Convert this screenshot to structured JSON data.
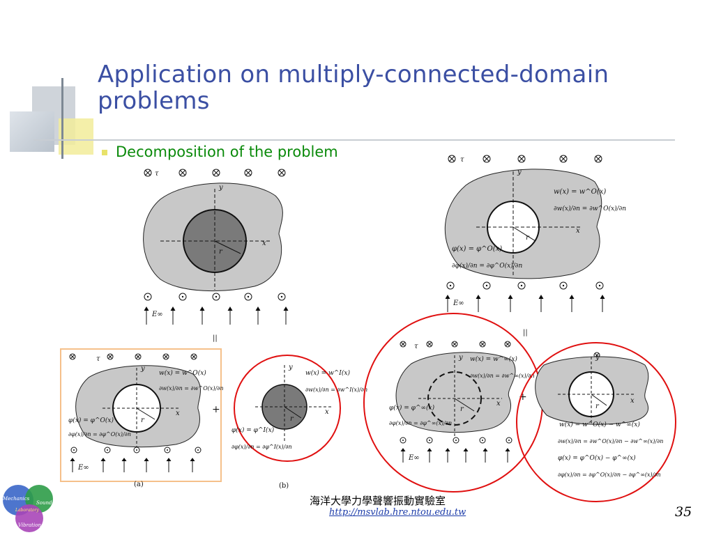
{
  "slide": {
    "title": "Application on multiply-connected-domain problems",
    "bullet": "Decomposition of the problem",
    "page_number": "35"
  },
  "footer": {
    "lab_name": "海洋大學力學聲響振動實驗室",
    "url": "http://msvlab.hre.ntou.edu.tw"
  },
  "logo": {
    "word_mechanics": "Mechanics",
    "word_sound": "Sound",
    "word_laboratory": "Laboratory",
    "word_vibration": "Vibration"
  },
  "figure": {
    "label_tau": "τ",
    "label_x": "x",
    "label_y": "y",
    "label_r": "r",
    "label_e_inf": "E∞",
    "equals_sign": "||",
    "plus_sign": "+",
    "caption_a": "(a)",
    "caption_b": "(b)",
    "eq_w_wo": "w(x) = w^O(x)",
    "eq_dw_dwo": "∂w(x)/∂n = ∂w^O(x)/∂n",
    "eq_phi_phio": "φ(x) = φ^O(x)",
    "eq_dphi_dphio": "∂φ(x)/∂n = ∂φ^O(x)/∂n",
    "eq_w_wi": "w(x) = w^I(x)",
    "eq_dw_dwi": "∂w(x)/∂n = ∂w^I(x)/∂n",
    "eq_phi_phii": "φ(x) = φ^I(x)",
    "eq_dphi_dphii": "∂φ(x)/∂n = ∂φ^I(x)/∂n",
    "eq_w_winf": "w(x) = w^∞(x)",
    "eq_dw_dwinf": "∂w(x)/∂n = ∂w^∞(x)/∂n",
    "eq_phi_phiinf": "φ(x) = φ^∞(x)",
    "eq_dphi_dphiinf": "∂φ(x)/∂n = ∂φ^∞(x)/∂n",
    "eq_w_diff": "w(x) = w^O(x) − w^∞(x)",
    "eq_dw_diff": "∂w(x)/∂n = ∂w^O(x)/∂n − ∂w^∞(x)/∂n",
    "eq_phi_diff": "φ(x) = φ^O(x) − φ^∞(x)",
    "eq_dphi_diff": "∂φ(x)/∂n = ∂φ^O(x)/∂n − ∂φ^∞(x)/∂n"
  },
  "colors": {
    "title": "#3b4fa3",
    "bullet_text": "#0a8a0a",
    "highlight_box": "#f5c08a",
    "highlight_circle": "#e01010",
    "domain_fill": "#c8c8c8",
    "inclusion_fill": "#7a7a7a"
  }
}
